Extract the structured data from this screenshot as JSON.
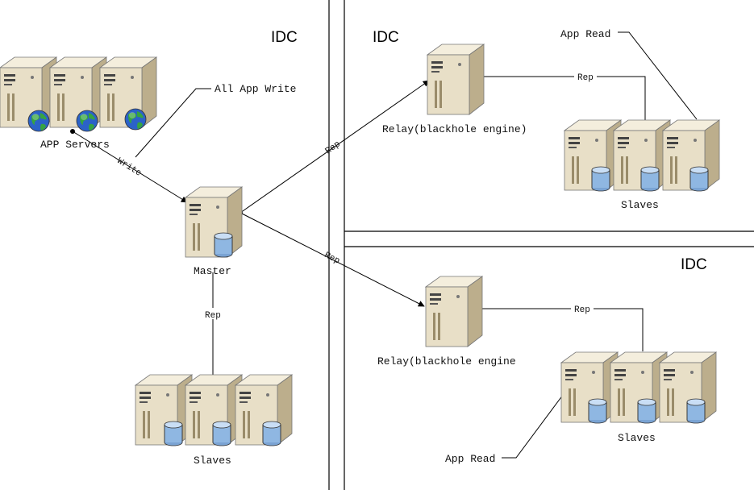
{
  "labels": {
    "idc_left": "IDC",
    "idc_top_right": "IDC",
    "idc_bottom_right": "IDC",
    "app_servers": "APP Servers",
    "all_app_write": "All App Write",
    "write": "Write",
    "master": "Master",
    "rep_master_slaves": "Rep",
    "slaves_left": "Slaves",
    "rep_to_relay_top": "Rep",
    "rep_to_relay_bottom": "Rep",
    "relay_top": "Relay(blackhole engine)",
    "relay_bottom": "Relay(blackhole engine",
    "rep_relay_top_slaves": "Rep",
    "rep_relay_bottom_slaves": "Rep",
    "app_read_top": "App Read",
    "app_read_bottom": "App Read",
    "slaves_top_right": "Slaves",
    "slaves_bottom_right": "Slaves"
  },
  "colors": {
    "server_front": "#e9e0c9",
    "server_side": "#b9ab88",
    "server_top": "#f3ecd9",
    "db_blue": "#8db6e3",
    "globe_blue": "#2a5fc9",
    "globe_green": "#2f9a3a"
  },
  "icons": {
    "app_server": "server-globe-icon",
    "db_server": "server-database-icon",
    "relay_server": "server-icon"
  }
}
